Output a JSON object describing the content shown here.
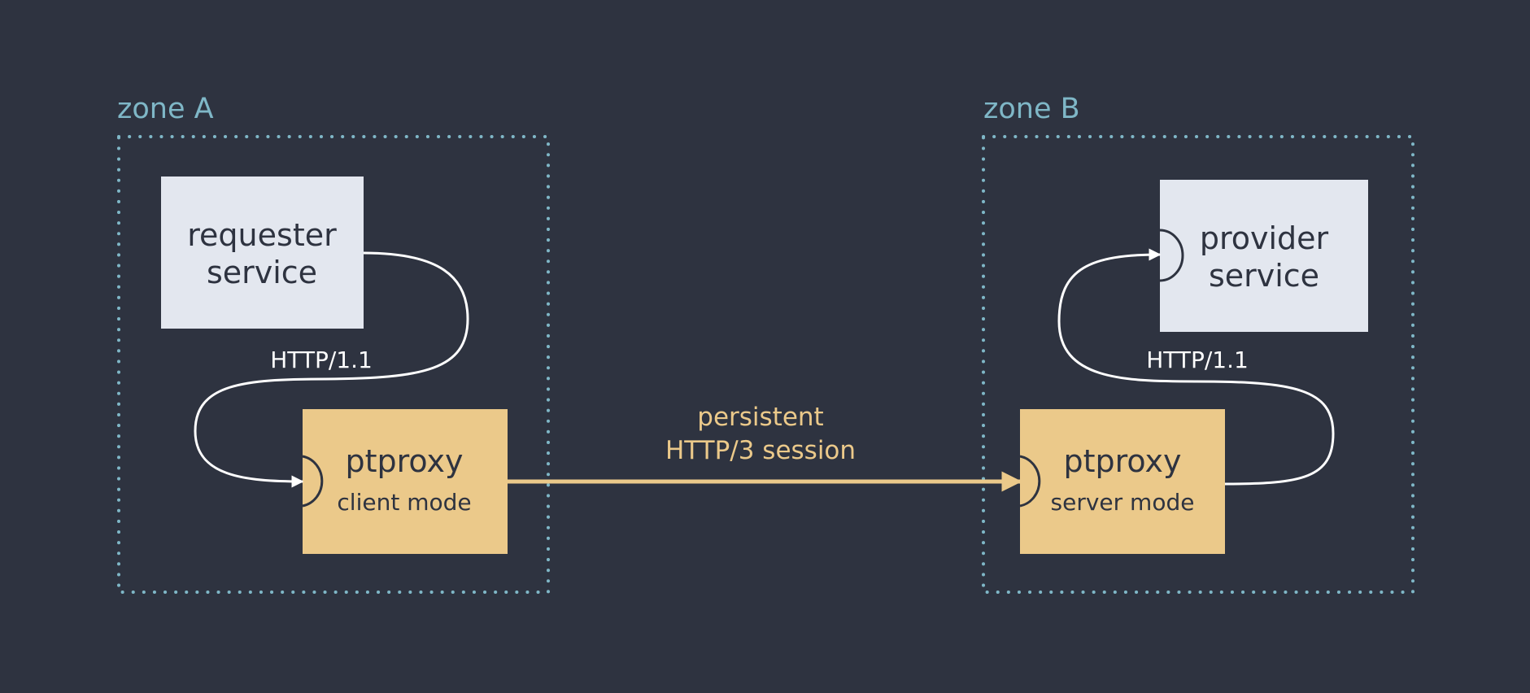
{
  "zones": {
    "a": {
      "label": "zone A"
    },
    "b": {
      "label": "zone B"
    }
  },
  "nodes": {
    "requester": {
      "line1": "requester",
      "line2": "service"
    },
    "client_proxy": {
      "title": "ptproxy",
      "mode": "client mode"
    },
    "server_proxy": {
      "title": "ptproxy",
      "mode": "server mode"
    },
    "provider": {
      "line1": "provider",
      "line2": "service"
    }
  },
  "edges": {
    "left_http": {
      "label": "HTTP/1.1"
    },
    "right_http": {
      "label": "HTTP/1.1"
    },
    "session": {
      "line1": "persistent",
      "line2": "HTTP/3 session"
    }
  },
  "colors": {
    "background": "#2e3340",
    "zone_border": "#7fb7c7",
    "service_box": "#e3e7ef",
    "proxy_box": "#ebc98a",
    "edge": "#ffffff",
    "session_edge": "#ebc98a",
    "dark_text": "#2e3340"
  }
}
